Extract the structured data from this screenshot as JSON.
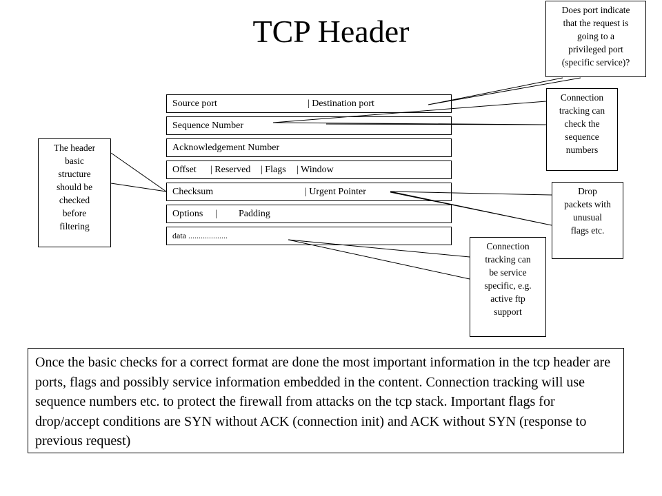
{
  "title": "TCP Header",
  "header_rows": [
    {
      "cells": [
        "Source port",
        "| Destination port"
      ]
    },
    {
      "cells": [
        "Sequence Number"
      ]
    },
    {
      "cells": [
        "Acknowledgement Number"
      ]
    },
    {
      "cells": [
        "Offset",
        "| Reserved",
        "| Flags",
        "| Window"
      ]
    },
    {
      "cells": [
        "Checksum",
        "| Urgent Pointer"
      ]
    },
    {
      "cells": [
        "Options",
        "|",
        "Padding"
      ]
    },
    {
      "cells": [
        "data ..................."
      ]
    }
  ],
  "callouts": {
    "privileged_port": "Does port indicate\nthat the request is\ngoing to a\nprivileged port\n(specific service)?",
    "sequence_tracking": "Connection\ntracking can\ncheck the\nsequence\nnumbers",
    "header_structure": "The header\nbasic\nstructure\nshould be\nchecked\nbefore\nfiltering",
    "unusual_flags": "Drop\npackets with\nunusual\nflags etc.",
    "service_tracking": "Connection\ntracking can\nbe service\nspecific, e.g.\nactive ftp\nsupport"
  },
  "note": "Once the basic checks for a correct format are done the most important information in the tcp header are ports, flags and possibly service information embedded in the content. Connection tracking will use sequence numbers etc. to protect the firewall from attacks on the tcp stack. Important flags for drop/accept conditions are SYN without ACK (connection init) and ACK without SYN (response to previous request)"
}
